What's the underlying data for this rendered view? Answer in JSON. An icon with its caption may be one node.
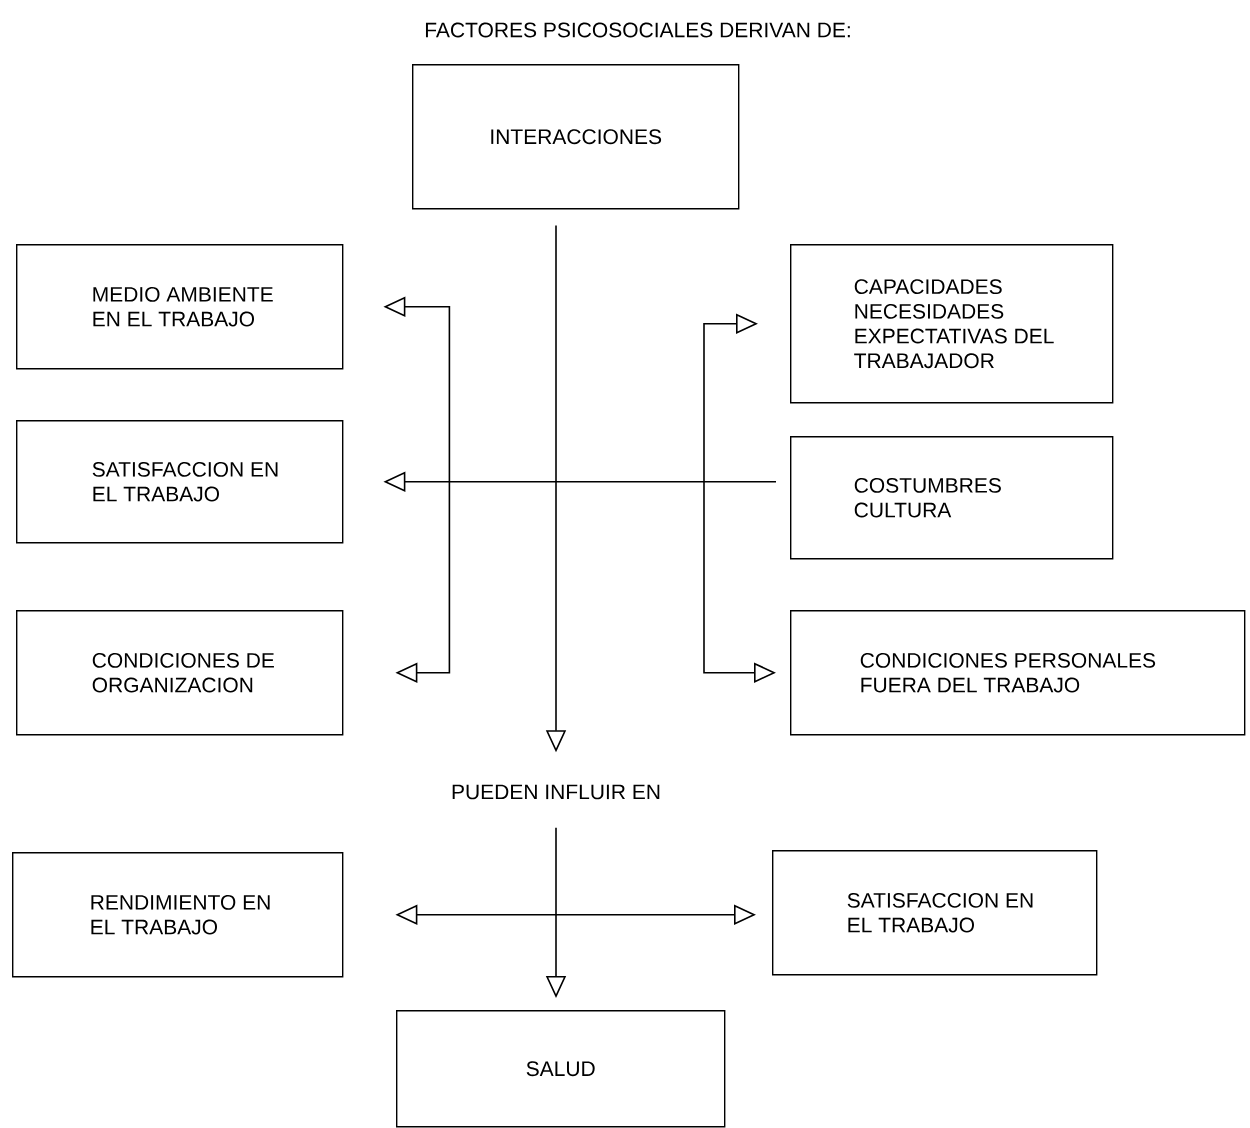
{
  "diagram": {
    "title": "FACTORES PSICOSOCIALES DERIVAN DE:",
    "nodes": [
      {
        "text": [
          "INTERACCIONES"
        ]
      },
      {
        "text": [
          "MEDIO AMBIENTE EN EL TRABAJO"
        ]
      },
      {
        "text": [
          "CAPACIDADES NECESIDADES EXPECTATIVAS DEL TRABAJADOR"
        ]
      },
      {
        "text": [
          "SATISFACCION EN EL TRABAJO"
        ]
      },
      {
        "text": [
          "COSTUMBRES CULTURA"
        ]
      },
      {
        "text": [
          "CONDICIONES DE ORGANIZACION"
        ]
      },
      {
        "text": [
          "CONDICIONES PERSONALES FUERA DEL TRABAJO"
        ]
      },
      {
        "text": [
          "PUEDEN INFLUIR EN"
        ]
      },
      {
        "text": [
          "RENDIMIENTO EN EL TRABAJO"
        ]
      },
      {
        "text": [
          "SATISFACCION EN EL TRABAJO"
        ]
      },
      {
        "text": [
          "SALUD"
        ]
      }
    ],
    "edges": [
      {
        "from": 0,
        "to": 7,
        "arrow": "to"
      },
      {
        "from": 1,
        "to": 5,
        "arrow": "both"
      },
      {
        "from": 4,
        "to": 3,
        "arrow": "to"
      },
      {
        "from": 2,
        "to": 6,
        "arrow": "both"
      },
      {
        "from": 7,
        "to": 10,
        "arrow": "to"
      },
      {
        "from": 8,
        "to": 9,
        "arrow": "both"
      }
    ]
  }
}
